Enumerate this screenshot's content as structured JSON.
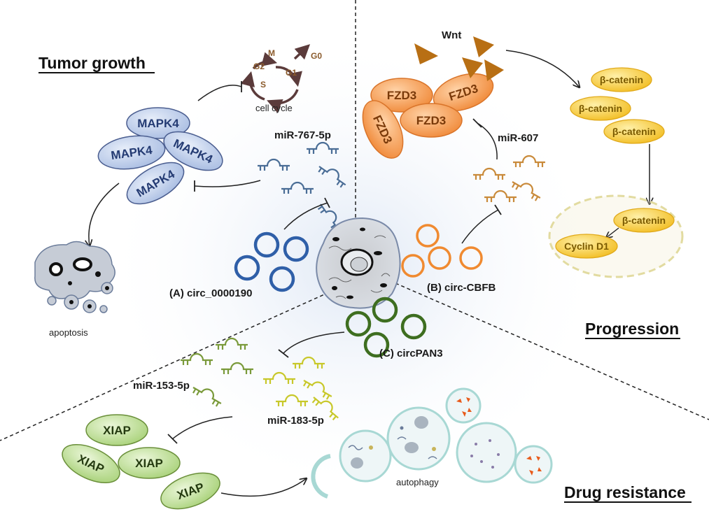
{
  "sections": {
    "tumor_growth": "Tumor growth",
    "progression": "Progression",
    "drug_resistance": "Drug resistance"
  },
  "circ_rnas": {
    "a": "(A) circ_0000190",
    "b": "(B) circ-CBFB",
    "c": "(C) circPAN3"
  },
  "mirnas": {
    "mir767": "miR-767-5p",
    "mir607": "miR-607",
    "mir153": "miR-153-5p",
    "mir183": "miR-183-5p"
  },
  "proteins": {
    "mapk4": "MAPK4",
    "fzd3": "FZD3",
    "xiap": "XIAP",
    "beta_catenin": "β-catenin",
    "cyclin_d1": "Cyclin D1",
    "wnt": "Wnt"
  },
  "cell_cycle": {
    "label": "cell cycle",
    "phases": {
      "m": "M",
      "g0": "G0",
      "g1": "G1",
      "g2": "G2",
      "s": "S"
    }
  },
  "processes": {
    "apoptosis": "apoptosis",
    "autophagy": "autophagy"
  },
  "colors": {
    "mapk4_fill": "#c7d3ec",
    "mapk4_stroke": "#4a5d8f",
    "circ_a": "#2f5fa8",
    "fzd3_fill": "#f5a25a",
    "circ_b": "#f08a30",
    "wnt": "#b86f14",
    "beta_catenin": "#f4c430",
    "circ_c": "#3e6e20",
    "xiap_fill": "#c3df9e",
    "mir153": "#7a9a3a",
    "mir183": "#c8c82a"
  }
}
